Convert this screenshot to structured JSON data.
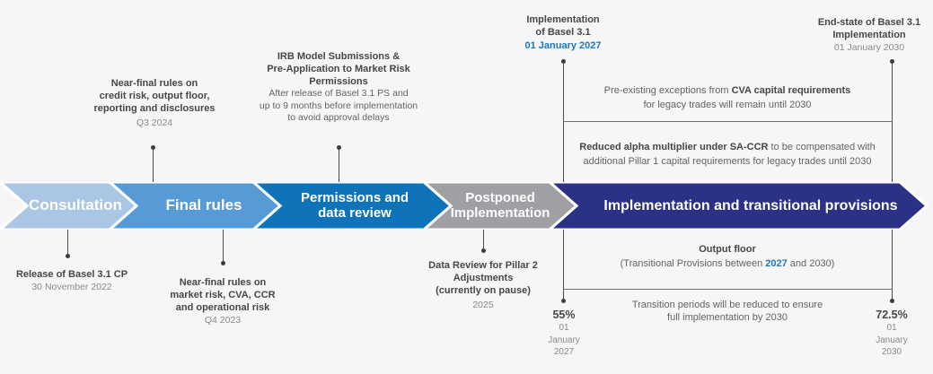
{
  "colors": {
    "background": "#f6f6f7",
    "segment_consultation": "#a9c6e5",
    "segment_final_rules": "#569bd5",
    "segment_permissions": "#0e73b9",
    "segment_postponed": "#9ea0a3",
    "segment_implementation": "#2b3286",
    "accent_blue": "#1b78c2",
    "band_text": "#ffffff",
    "connector": "#4d4d4d"
  },
  "band": {
    "segments": [
      {
        "name": "consultation",
        "color": "#a9c6e5",
        "lines": [
          "Consultation"
        ]
      },
      {
        "name": "final-rules",
        "color": "#569bd5",
        "lines": [
          "Final rules"
        ]
      },
      {
        "name": "permissions-and-data-review",
        "color": "#0e73b9",
        "lines": [
          "Permissions and",
          "data review"
        ]
      },
      {
        "name": "postponed-implementation",
        "color": "#9ea0a3",
        "lines": [
          "Postponed",
          "Implementation"
        ]
      },
      {
        "name": "implementation-and-transitional-provisions",
        "color": "#2b3286",
        "lines": [
          "Implementation and transitional provisions"
        ]
      }
    ]
  },
  "top": {
    "near_final_2024": {
      "lines": [
        "Near-final rules on",
        "credit risk, output floor,",
        "reporting and disclosures"
      ],
      "date": "Q3 2024"
    },
    "irb": {
      "title_lines": [
        "IRB Model Submissions &",
        "Pre-Application to Market Risk",
        "Permissions"
      ],
      "body_lines": [
        "After release of Basel 3.1 PS and",
        "up to 9 months before implementation",
        "to avoid approval delays"
      ]
    },
    "implementation_2027": {
      "lines": [
        "Implementation",
        "of Basel 3.1"
      ],
      "date": "01 January 2027"
    },
    "end_state_2030": {
      "lines": [
        "End-state of Basel 3.1",
        "Implementation"
      ],
      "date": "01 January 2030"
    }
  },
  "bottom": {
    "release_cp": {
      "title": "Release of Basel 3.1 CP",
      "date": "30 November 2022"
    },
    "near_final_2023": {
      "lines": [
        "Near-final rules on",
        "market risk, CVA, CCR",
        "and operational risk"
      ],
      "date": "Q4 2023"
    },
    "data_review": {
      "lines": [
        "Data Review for Pillar 2",
        "Adjustments",
        "(currently on pause)"
      ],
      "date": "2025"
    }
  },
  "provisions": {
    "cva": {
      "normal1": "Pre-existing exceptions from ",
      "bold": "CVA capital requirements",
      "line2": "for legacy trades will remain until 2030"
    },
    "sa_ccr": {
      "bold": "Reduced alpha multiplier under SA-CCR",
      "normal1": " to be compensated with",
      "line2": "additional Pillar 1 capital requirements for legacy trades until 2030"
    },
    "output_floor": {
      "title": "Output floor",
      "pre": "(Transitional Provisions between ",
      "year": "2027",
      "post": " and 2030)"
    },
    "transition": {
      "lines": [
        "Transition periods will be reduced to ensure",
        "full implementation by 2030"
      ]
    },
    "floor_start": {
      "pct": "55%",
      "date_lines": [
        "01",
        "January",
        "2027"
      ]
    },
    "floor_end": {
      "pct": "72.5%",
      "date_lines": [
        "01",
        "January",
        "2030"
      ]
    }
  }
}
